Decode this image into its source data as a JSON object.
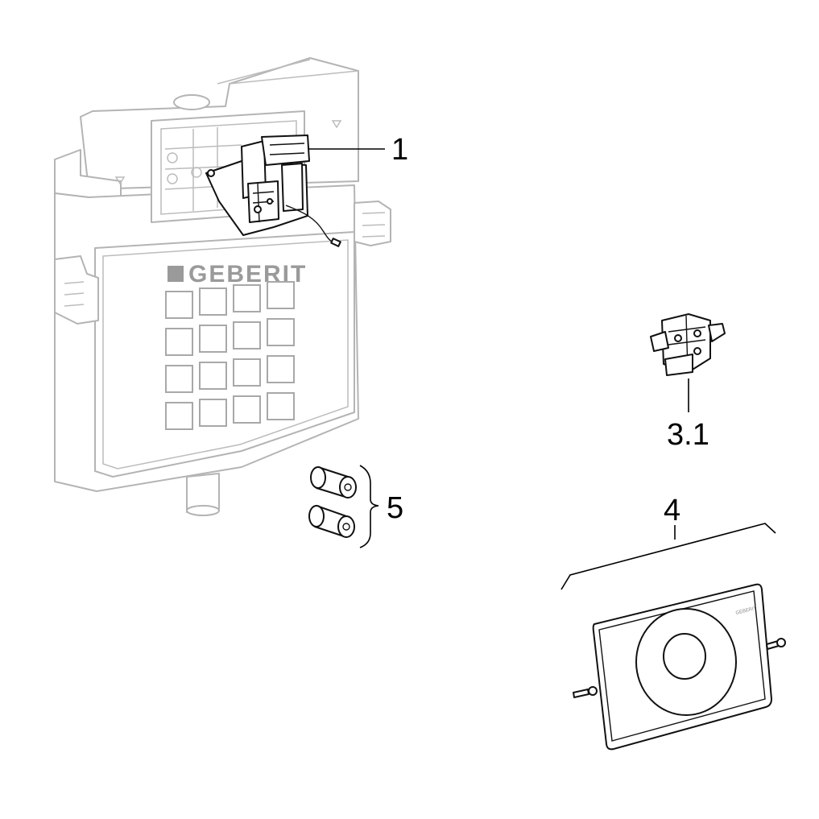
{
  "callouts": {
    "part_1": "1",
    "part_3_1": "3.1",
    "part_4": "4",
    "part_5": "5"
  },
  "cistern": {
    "brand": "GEBERIT"
  },
  "flush_plate": {
    "brand": "GEBERIT"
  },
  "colors": {
    "ghost_outline": "#b4b4b4",
    "ink": "#111111",
    "background": "#ffffff"
  }
}
